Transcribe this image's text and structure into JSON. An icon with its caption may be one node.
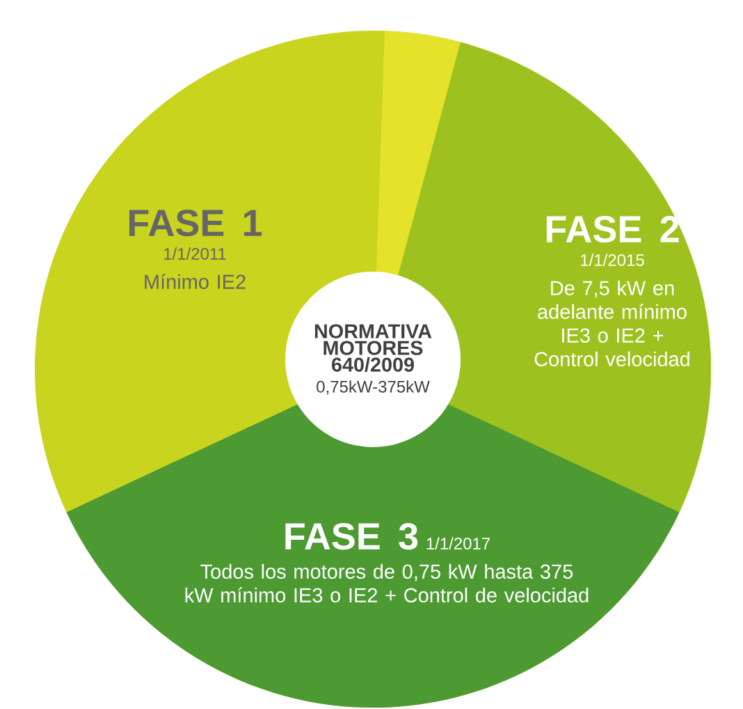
{
  "diagram": {
    "nodes": [
      {
        "text": [
          "NORMATIVA MOTORES 640/2009",
          "0,75kW-375kW"
        ]
      },
      {
        "text": [
          "FASE 1",
          "1/1/2011",
          "Mínimo IE2"
        ]
      },
      {
        "text": [
          "FASE 2",
          "1/1/2015",
          "De 7,5 kW en adelante mínimo IE3 o IE2 + Control velocidad"
        ]
      },
      {
        "text": [
          "FASE 3",
          "1/1/2017",
          "Todos los motores de 0,75 kW hasta 375 kW mínimo IE3 o IE2 + Control de velocidad"
        ]
      }
    ]
  }
}
